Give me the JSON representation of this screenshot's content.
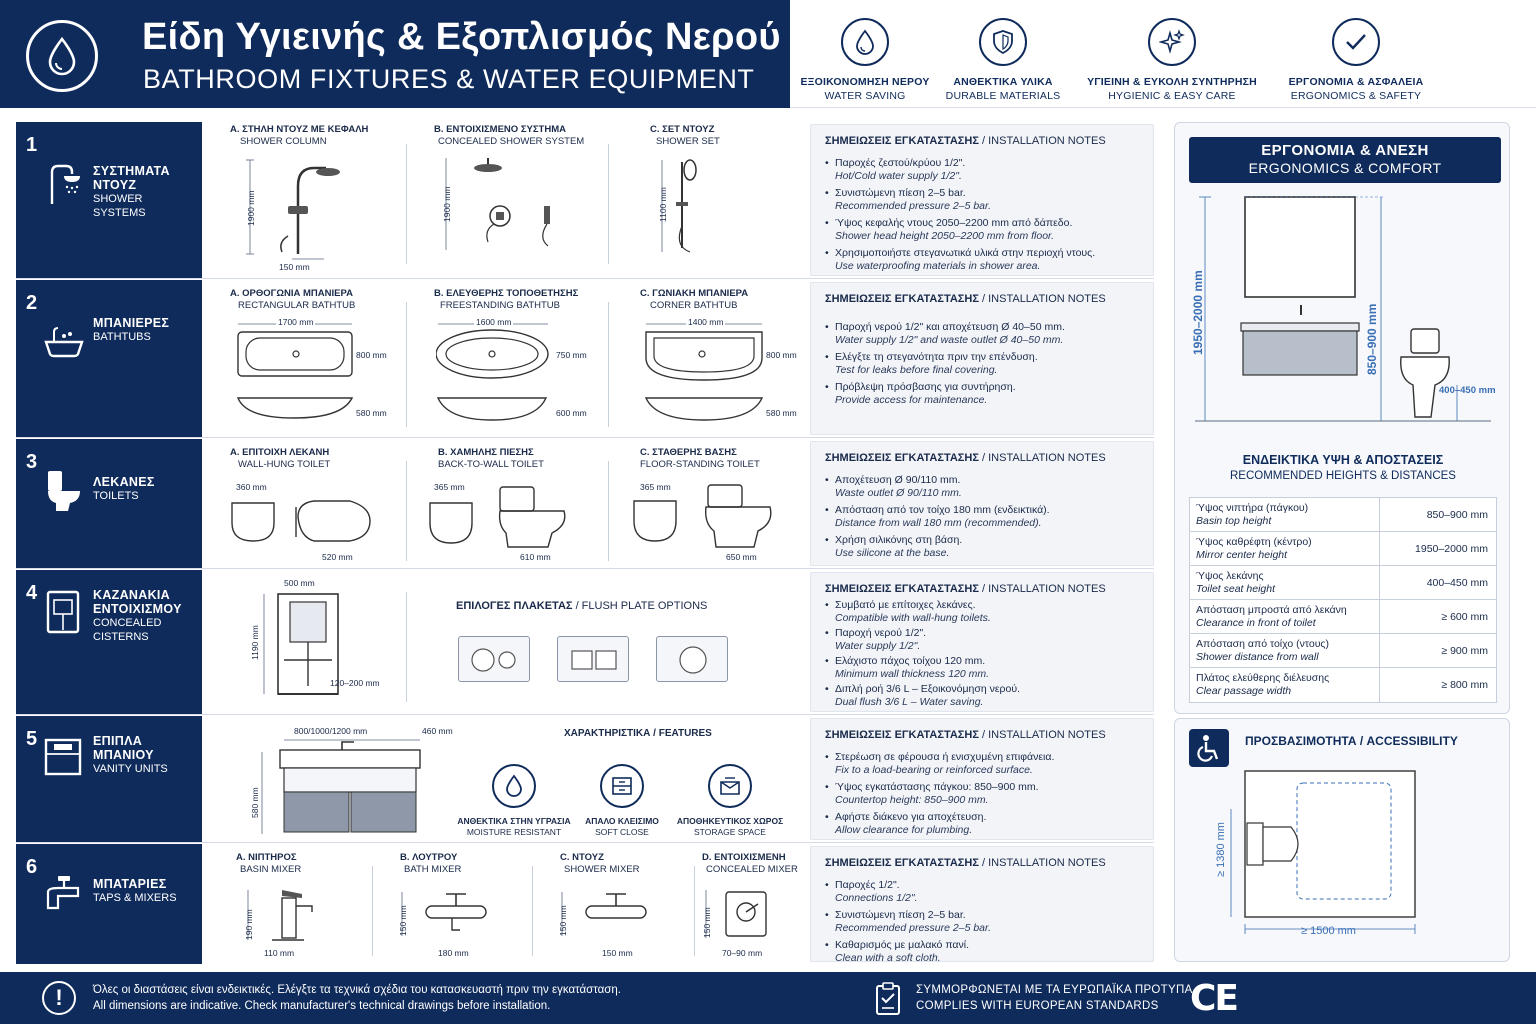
{
  "header": {
    "title_gr": "Είδη Υγιεινής & Εξοπλισμός Νερού",
    "title_en": "BATHROOM FIXTURES & WATER EQUIPMENT",
    "logo_icon": "water-drop-icon"
  },
  "features": [
    {
      "icon": "water-drop-icon",
      "gr": "ΕΞΟΙΚΟΝΟΜΗΣΗ ΝΕΡΟΥ",
      "en": "WATER SAVING"
    },
    {
      "icon": "shield-icon",
      "gr": "ΑΝΘΕΚΤΙΚΑ ΥΛΙΚΑ",
      "en": "DURABLE MATERIALS"
    },
    {
      "icon": "sparkle-icon",
      "gr": "ΥΓΙΕΙΝΗ & ΕΥΚΟΛΗ ΣΥΝΤΗΡΗΣΗ",
      "en": "HYGIENIC & EASY CARE"
    },
    {
      "icon": "check-icon",
      "gr": "ΕΡΓΟΝΟΜΙΑ & ΑΣΦΑΛΕΙΑ",
      "en": "ERGONOMICS & SAFETY"
    }
  ],
  "notes_label_gr": "ΣΗΜΕΙΩΣΕΙΣ ΕΓΚΑΤΑΣΤΑΣΗΣ",
  "notes_label_en": "/ INSTALLATION NOTES",
  "rows": [
    {
      "num": "1",
      "icon": "shower-icon",
      "gr_1": "ΣΥΣΤΗΜΑΤΑ",
      "gr_2": "ΝΤΟΥΖ",
      "en_1": "SHOWER",
      "en_2": "SYSTEMS",
      "items": [
        {
          "title": "A. ΣΤΗΛΗ ΝΤΟΥΖ ΜΕ ΚΕΦΑΛΗ",
          "sub": "SHOWER COLUMN",
          "dim_v": "1900 mm",
          "dim_h": "150 mm"
        },
        {
          "title": "B. ΕΝΤΟΙΧΙΣΜΕΝΟ ΣΥΣΤΗΜΑ",
          "sub": "CONCEALED SHOWER SYSTEM",
          "dim_v": "1900 mm"
        },
        {
          "title": "C. ΣΕΤ ΝΤΟΥΖ",
          "sub": "SHOWER SET",
          "dim_v": "1100 mm"
        }
      ],
      "notes": [
        {
          "gr": "Παροχές ζεστού/κρύου 1/2\".",
          "en": "Hot/Cold water supply 1/2\"."
        },
        {
          "gr": "Συνιστώμενη πίεση 2–5 bar.",
          "en": "Recommended pressure 2–5 bar."
        },
        {
          "gr": "Ύψος κεφαλής ντους 2050–2200 mm από δάπεδο.",
          "en": "Shower head height 2050–2200 mm from floor."
        },
        {
          "gr": "Χρησιμοποιήστε στεγανωτικά υλικά στην περιοχή ντους.",
          "en": "Use waterproofing materials in shower area."
        }
      ]
    },
    {
      "num": "2",
      "icon": "bathtub-icon",
      "gr_1": "ΜΠΑΝΙΕΡΕΣ",
      "en_1": "BATHTUBS",
      "items": [
        {
          "title": "A. ΟΡΘΟΓΩΝΙΑ ΜΠΑΝΙΕΡΑ",
          "sub": "RECTANGULAR BATHTUB",
          "dim_w": "1700 mm",
          "dim_d": "800 mm",
          "dim_h": "580 mm"
        },
        {
          "title": "B. ΕΛΕΥΘΕΡΗΣ ΤΟΠΟΘΕΤΗΣΗΣ",
          "sub": "FREESTANDING BATHTUB",
          "dim_w": "1600 mm",
          "dim_d": "750 mm",
          "dim_h": "600 mm"
        },
        {
          "title": "C. ΓΩΝΙΑΚΗ ΜΠΑΝΙΕΡΑ",
          "sub": "CORNER BATHTUB",
          "dim_w": "1400 mm",
          "dim_d": "800 mm",
          "dim_h": "580 mm"
        }
      ],
      "notes": [
        {
          "gr": "Παροχή νερού 1/2\" και αποχέτευση Ø 40–50 mm.",
          "en": "Water supply 1/2\" and waste outlet Ø 40–50 mm."
        },
        {
          "gr": "Ελέγξτε τη στεγανότητα πριν την επένδυση.",
          "en": "Test for leaks before final covering."
        },
        {
          "gr": "Πρόβλεψη πρόσβασης για συντήρηση.",
          "en": "Provide access for maintenance."
        }
      ]
    },
    {
      "num": "3",
      "icon": "toilet-icon",
      "gr_1": "ΛΕΚΑΝΕΣ",
      "en_1": "TOILETS",
      "items": [
        {
          "title": "A. ΕΠΙΤΟΙΧΗ ΛΕΚΑΝΗ",
          "sub": "WALL-HUNG TOILET",
          "dim_w": "360 mm",
          "dim_d": "520 mm"
        },
        {
          "title": "B. ΧΑΜΗΛΗΣ ΠΙΕΣΗΣ",
          "sub": "BACK-TO-WALL TOILET",
          "dim_w": "365 mm",
          "dim_d": "610 mm"
        },
        {
          "title": "C. ΣΤΑΘΕΡΗΣ ΒΑΣΗΣ",
          "sub": "FLOOR-STANDING TOILET",
          "dim_w": "365 mm",
          "dim_d": "650 mm"
        }
      ],
      "notes": [
        {
          "gr": "Αποχέτευση Ø 90/110 mm.",
          "en": "Waste outlet Ø 90/110 mm."
        },
        {
          "gr": "Απόσταση από τον τοίχο 180 mm (ενδεικτικά).",
          "en": "Distance from wall 180 mm (recommended)."
        },
        {
          "gr": "Χρήση σιλικόνης στη βάση.",
          "en": "Use silicone at the base."
        }
      ]
    },
    {
      "num": "4",
      "icon": "cistern-icon",
      "gr_1": "ΚΑΖΑΝΑΚΙΑ",
      "gr_2": "ΕΝΤΟΙΧΙΣΜΟΥ",
      "en_1": "CONCEALED",
      "en_2": "CISTERNS",
      "frame": {
        "dim_w": "500 mm",
        "dim_v": "1190 mm",
        "dim_d": "120–200 mm"
      },
      "plates_title_gr": "ΕΠΙΛΟΓΕΣ ΠΛΑΚΕΤΑΣ",
      "plates_title_en": "/ FLUSH PLATE OPTIONS",
      "notes": [
        {
          "gr": "Συμβατό με επίτοιχες λεκάνες.",
          "en": "Compatible with wall-hung toilets."
        },
        {
          "gr": "Παροχή νερού 1/2\".",
          "en": "Water supply 1/2\"."
        },
        {
          "gr": "Ελάχιστο πάχος τοίχου 120 mm.",
          "en": "Minimum wall thickness 120 mm."
        },
        {
          "gr": "Διπλή ροή 3/6 L – Εξοικονόμηση νερού.",
          "en": "Dual flush 3/6 L – Water saving."
        }
      ]
    },
    {
      "num": "5",
      "icon": "vanity-icon",
      "gr_1": "ΕΠΙΠΛΑ",
      "gr_2": "ΜΠΑΝΙΟΥ",
      "en_1": "VANITY UNITS",
      "vanity": {
        "dim_w": "800/1000/1200 mm",
        "dim_d": "460 mm",
        "dim_v": "580 mm"
      },
      "features_title": "ΧΑΡΑΚΤΗΡΙΣΤΙΚΑ / FEATURES",
      "features": [
        {
          "icon": "moisture-drop-icon",
          "gr": "ΑΝΘΕΚΤΙΚΑ ΣΤΗΝ ΥΓΡΑΣΙΑ",
          "en": "MOISTURE RESISTANT"
        },
        {
          "icon": "drawer-icon",
          "gr": "ΑΠΑΛΟ ΚΛΕΙΣΙΜΟ",
          "en": "SOFT CLOSE"
        },
        {
          "icon": "storage-icon",
          "gr": "ΑΠΟΘΗΚΕΥΤΙΚΟΣ ΧΩΡΟΣ",
          "en": "STORAGE SPACE"
        }
      ],
      "notes": [
        {
          "gr": "Στερέωση σε φέρουσα ή ενισχυμένη επιφάνεια.",
          "en": "Fix to a load-bearing or reinforced surface."
        },
        {
          "gr": "Ύψος εγκατάστασης πάγκου: 850–900 mm.",
          "en": "Countertop height: 850–900 mm."
        },
        {
          "gr": "Αφήστε διάκενο για αποχέτευση.",
          "en": "Allow clearance for plumbing."
        }
      ]
    },
    {
      "num": "6",
      "icon": "faucet-icon",
      "gr_1": "ΜΠΑΤΑΡΙΕΣ",
      "en_1": "TAPS & MIXERS",
      "items": [
        {
          "title": "A. ΝΙΠΤΗΡΟΣ",
          "sub": "BASIN MIXER",
          "dim_v": "190 mm",
          "dim_h": "110 mm"
        },
        {
          "title": "B. ΛΟΥΤΡΟΥ",
          "sub": "BATH MIXER",
          "dim_v": "150 mm",
          "dim_h": "180 mm"
        },
        {
          "title": "C. ΝΤΟΥΖ",
          "sub": "SHOWER MIXER",
          "dim_v": "150 mm",
          "dim_h": "150 mm"
        },
        {
          "title": "D. ΕΝΤΟΙΧΙΣΜΕΝΗ",
          "sub": "CONCEALED MIXER",
          "dim_v": "150 mm",
          "dim_h": "70–90 mm"
        }
      ],
      "notes": [
        {
          "gr": "Παροχές 1/2\".",
          "en": "Connections 1/2\"."
        },
        {
          "gr": "Συνιστώμενη πίεση 2–5 bar.",
          "en": "Recommended pressure 2–5 bar."
        },
        {
          "gr": "Καθαρισμός με μαλακό πανί.",
          "en": "Clean with a soft cloth."
        }
      ]
    }
  ],
  "ergonomics": {
    "title_gr": "ΕΡΓΟΝΟΜΙΑ & ΑΝΕΣΗ",
    "title_en": "ERGONOMICS & COMFORT",
    "dim_mirror": "1950–2000 mm",
    "dim_basin": "850–900 mm",
    "dim_toilet": "400–450 mm",
    "heights_title_gr": "ΕΝΔΕΙΚΤΙΚΑ ΥΨΗ & ΑΠΟΣΤΑΣΕΙΣ",
    "heights_title_en": "RECOMMENDED HEIGHTS & DISTANCES",
    "heights": [
      {
        "gr": "Ύψος νιπτήρα (πάγκου)",
        "en": "Basin top height",
        "value": "850–900 mm"
      },
      {
        "gr": "Ύψος καθρέφτη (κέντρο)",
        "en": "Mirror center height",
        "value": "1950–2000 mm"
      },
      {
        "gr": "Ύψος λεκάνης",
        "en": "Toilet seat height",
        "value": "400–450 mm"
      },
      {
        "gr": "Απόσταση μπροστά από λεκάνη",
        "en": "Clearance in front of toilet",
        "value": "≥ 600 mm"
      },
      {
        "gr": "Απόσταση από τοίχο (ντους)",
        "en": "Shower distance from wall",
        "value": "≥ 900 mm"
      },
      {
        "gr": "Πλάτος ελεύθερης διέλευσης",
        "en": "Clear passage width",
        "value": "≥ 800 mm"
      }
    ]
  },
  "accessibility": {
    "icon": "wheelchair-icon",
    "title": "ΠΡΟΣΒΑΣΙΜΟΤΗΤΑ / ACCESSIBILITY",
    "dim_v": "≥ 1380 mm",
    "dim_h": "≥ 1500 mm"
  },
  "footer": {
    "icon": "info-icon",
    "note_gr": "Όλες οι διαστάσεις είναι ενδεικτικές. Ελέγξτε τα τεχνικά σχέδια του κατασκευαστή πριν την εγκατάσταση.",
    "note_en": "All dimensions are indicative. Check manufacturer's technical drawings before installation.",
    "std_icon": "document-check-icon",
    "std_gr": "ΣΥΜΜΟΡΦΩΝΕΤΑΙ ΜΕ ΤΑ ΕΥΡΩΠΑΪΚΑ ΠΡΟΤΥΠΑ",
    "std_en": "COMPLIES WITH EUROPEAN STANDARDS",
    "ce_mark": "CE"
  }
}
